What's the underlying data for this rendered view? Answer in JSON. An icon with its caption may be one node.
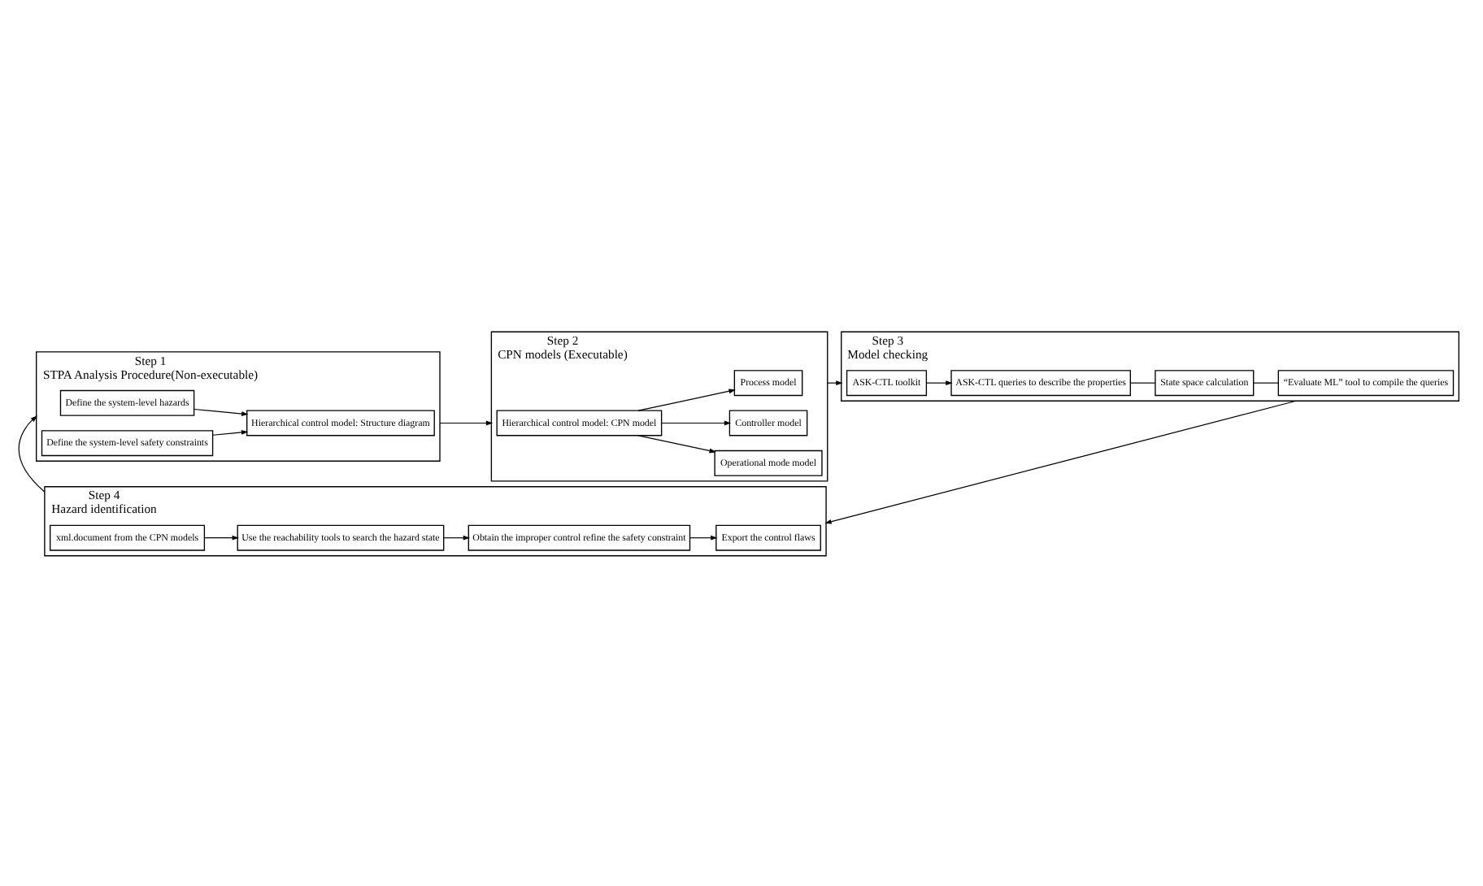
{
  "diagram": {
    "nodes": [
      {
        "text": [
          "Step 1",
          "STPA Analysis Procedure(Non-executable)"
        ]
      },
      {
        "text": [
          "Define the system-level hazards"
        ],
        "in": 0
      },
      {
        "text": [
          "Define the system-level safety constraints"
        ],
        "in": 0
      },
      {
        "text": [
          "Hierarchical control model: Structure diagram"
        ],
        "in": 0
      },
      {
        "text": [
          "Step 2",
          "CPN models (Executable)"
        ]
      },
      {
        "text": [
          "Hierarchical control model: CPN model"
        ],
        "in": 4
      },
      {
        "text": [
          "Operational mode model"
        ],
        "in": 4
      },
      {
        "text": [
          "Controller model"
        ],
        "in": 4
      },
      {
        "text": [
          "Process model"
        ],
        "in": 4
      },
      {
        "text": [
          "Step 4",
          "Hazard identification"
        ]
      },
      {
        "text": [
          "Export the control flaws"
        ],
        "in": 9
      },
      {
        "text": [
          "Obtain the improper control refine the safety constraint"
        ],
        "in": 9
      },
      {
        "text": [
          "Use the reachability tools to search the hazard state"
        ],
        "in": 9
      },
      {
        "text": [
          "xml.document from the CPN models"
        ],
        "in": 9
      },
      {
        "text": [
          "Step 3",
          "Model checking"
        ]
      },
      {
        "text": [
          "ASK-CTL toolkit"
        ],
        "in": 14
      },
      {
        "text": [
          "ASK-CTL queries to describe the properties"
        ],
        "in": 14
      },
      {
        "text": [
          "State space calculation"
        ],
        "in": 14
      },
      {
        "text": [
          "“Evaluate ML” tool to compile the queries"
        ],
        "in": 14
      }
    ],
    "edges": [
      {
        "from": 1,
        "to": 3,
        "arrow": "to"
      },
      {
        "from": 2,
        "to": 3,
        "arrow": "to"
      },
      {
        "from": 0,
        "to": 4,
        "arrow": "to"
      },
      {
        "from": 5,
        "to": 6,
        "arrow": "to"
      },
      {
        "from": 5,
        "to": 7,
        "arrow": "to"
      },
      {
        "from": 5,
        "to": 8,
        "arrow": "to"
      },
      {
        "from": 4,
        "to": 14,
        "arrow": "to"
      },
      {
        "from": 15,
        "to": 16,
        "arrow": "to"
      },
      {
        "from": 16,
        "to": 17,
        "arrow": "none"
      },
      {
        "from": 17,
        "to": 18,
        "arrow": "none"
      },
      {
        "from": 14,
        "to": 9,
        "arrow": "to"
      },
      {
        "from": 13,
        "to": 12,
        "arrow": "to"
      },
      {
        "from": 12,
        "to": 11,
        "arrow": "to"
      },
      {
        "from": 11,
        "to": 10,
        "arrow": "to"
      },
      {
        "from": 9,
        "to": 0,
        "arrow": "to"
      }
    ]
  }
}
